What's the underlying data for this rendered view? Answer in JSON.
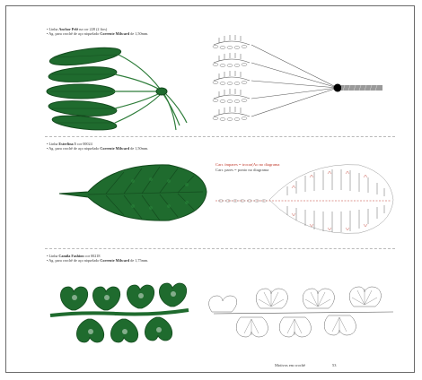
{
  "sections": [
    {
      "id": "leaves-small",
      "line1_prefix": "• Linha ",
      "line1_bold": "Anchor Pelé",
      "line1_suffix": " na cor 228 (2 fios)",
      "line2_prefix": "• Ag. para crochê de aço niquelado ",
      "line2_bold": "Corrente Milward",
      "line2_suffix": " de 1,50mm."
    },
    {
      "id": "leaf-large",
      "line1_prefix": "• Linha ",
      "line1_bold": "Esterlina 5",
      "line1_suffix": " cor 00024",
      "line2_prefix": "• Ag. para crochê de aço niquelado ",
      "line2_bold": "Corrente Milward",
      "line2_suffix": " de 1,50mm.",
      "legend": {
        "odd": "Carr. ímpares = trocar(Ao no diagrama",
        "even": "Carr. pares = ponto no diagrama"
      }
    },
    {
      "id": "leaf-vine",
      "line1_prefix": "• Linha ",
      "line1_bold": "Camila Fashion",
      "line1_suffix": " cor 00218",
      "line2_prefix": "• Ag. para crochê de aço niquelado ",
      "line2_bold": "Corrente Milward",
      "line2_suffix": " de 1,75mm."
    }
  ],
  "footer": {
    "title": "Motivos em crochê",
    "page_number": "53"
  },
  "colors": {
    "crochet_green": "#1f6b2e",
    "crochet_green_dark": "#134a1d",
    "diagram_line": "#555555",
    "legend_red": "#c0392b"
  }
}
